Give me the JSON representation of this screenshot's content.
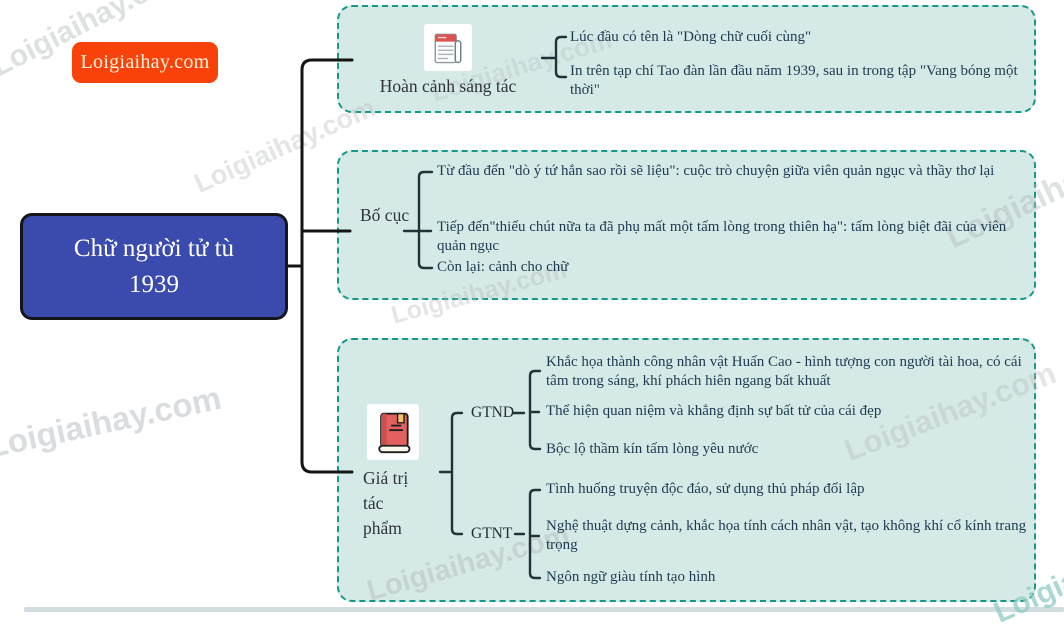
{
  "logo": {
    "text": "Loigiaihay.com"
  },
  "root": {
    "line1": "Chữ người tử tù",
    "line2": "1939"
  },
  "branches": [
    {
      "label": "Hoàn cảnh sáng tác",
      "icon": "newspaper-icon",
      "items": [
        "Lúc đầu có tên là \"Dòng chữ cuối cùng\"",
        "In trên tạp chí Tao đàn lần đầu năm 1939, sau in trong tập \"Vang bóng một thời\""
      ]
    },
    {
      "label": "Bố cục",
      "items": [
        "Từ đầu đến \"dò ý tứ hắn sao rồi sẽ liệu\": cuộc trò chuyện giữa viên quản ngục và thầy thơ lại",
        "Tiếp đến\"thiếu chút nữa ta đã phụ mất một tấm lòng trong thiên hạ\": tấm lòng biệt đãi của viên quản ngục",
        "Còn lại: cảnh cho chữ"
      ]
    },
    {
      "label": "Giá trị tác phẩm",
      "icon": "book-icon",
      "groups": [
        {
          "label": "GTND",
          "items": [
            "Khắc họa thành công nhân vật Huấn Cao - hình tượng con người tài hoa, có cái tâm trong sáng, khí phách hiên ngang bất khuất",
            "Thể hiện quan niệm và khẳng định sự bất tử của cái đẹp",
            "Bộc lộ thầm kín tấm lòng yêu nước"
          ]
        },
        {
          "label": "GTNT",
          "items": [
            "Tình huống truyện độc đáo, sử dụng thủ pháp đối lập",
            "Nghệ thuật dựng cảnh, khắc họa tính cách nhân vật, tạo không khí cổ kính trang trọng",
            "Ngôn ngữ giàu tính tạo hình"
          ]
        }
      ]
    }
  ],
  "watermark": {
    "text": "Loigiaihay.com"
  },
  "colors": {
    "box_fill": "#d5eae6",
    "box_border": "#17988a",
    "node_fill": "#3b4aad",
    "node_border": "#15161c",
    "logo_bg": "#f8420a",
    "logo_text": "#fcf3da",
    "trunk_line": "#141414",
    "bracket_line": "#223239",
    "item_text": "#1e3a52",
    "watermark_gray": "#b6bdc0",
    "watermark_teal": "#8fccc4",
    "icon_red": "#e2605e",
    "icon_bookmark": "#f3c36b"
  }
}
